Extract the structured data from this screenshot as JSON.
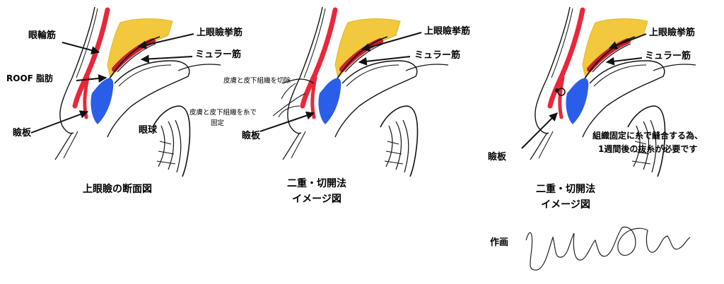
{
  "panel1": {
    "caption": "上眼瞼の断面図",
    "labels": {
      "orbicularis": "眼輪筋",
      "roof": "ROOF 脂肪",
      "tarsus": "瞼板",
      "levator": "上眼瞼挙筋",
      "muller": "ミュラー筋",
      "eyeball": "眼球"
    }
  },
  "panel2": {
    "caption_line1": "二重・切開法",
    "caption_line2": "イメージ図",
    "labels": {
      "levator": "上眼瞼挙筋",
      "muller": "ミュラー筋",
      "excise": "皮膚と皮下組織を切除",
      "fix_line1": "皮膚と皮下組織を糸で",
      "fix_line2": "固定",
      "tarsus": "瞼板"
    }
  },
  "panel3": {
    "caption_line1": "二重・切開法",
    "caption_line2": "イメージ図",
    "labels": {
      "levator": "上眼瞼挙筋",
      "muller": "ミュラー筋",
      "tarsus": "瞼板",
      "note_line1": "組織固定に糸で縫合する為、",
      "note_line2": "1週間後の抜糸が必要です"
    }
  },
  "credit": {
    "label": "作画",
    "signature_text": "Yutaka Otani"
  },
  "colors": {
    "orbicularis": "#e8283a",
    "fat": "#f2c83c",
    "muller": "#c81e2c",
    "tarsus": "#2a5de8",
    "line": "#111111"
  }
}
